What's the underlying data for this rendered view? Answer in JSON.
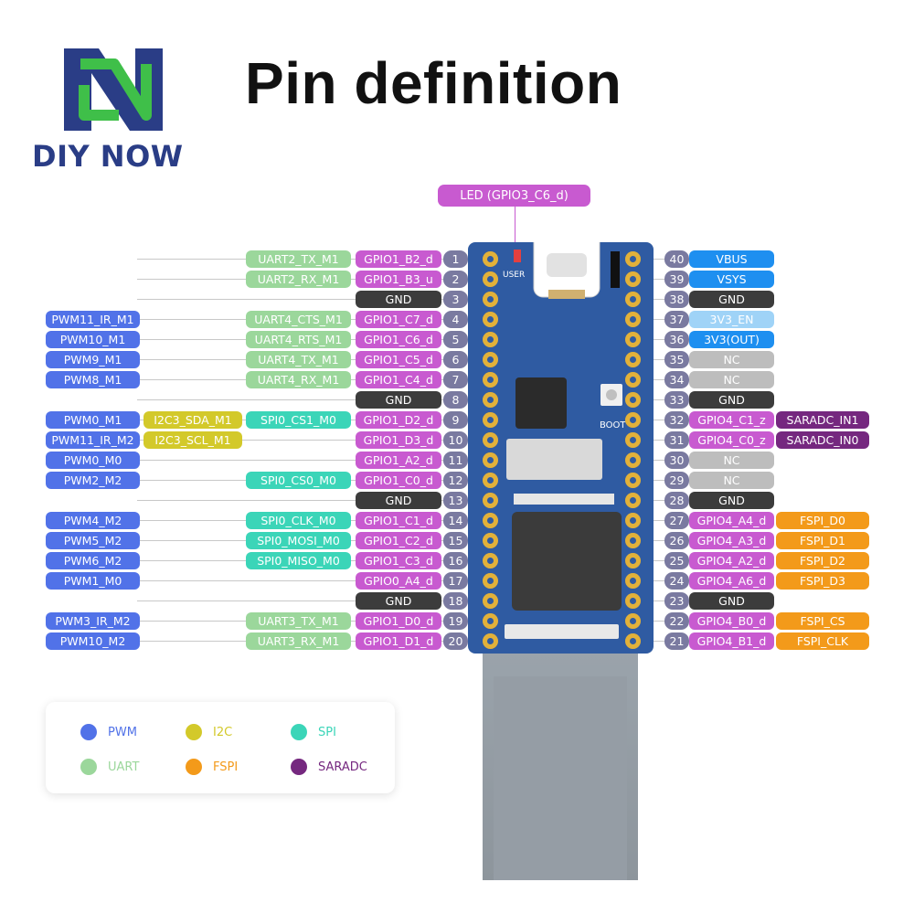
{
  "brand": {
    "name": "DIY NOW"
  },
  "title": "Pin definition",
  "led_label": "LED (GPIO3_C6_d)",
  "board_text": {
    "user": "USER",
    "boot": "BOOT"
  },
  "colors": {
    "PWM": "#5172e8",
    "UART": "#9bd79b",
    "I2C": "#d3c92a",
    "SPI": "#3bd5b8",
    "FSPI": "#f39a1a",
    "SARADC": "#75287f",
    "GPIO": "#c85ad0",
    "GND": "#3c3c3c",
    "power": "#1e8ff0",
    "board": "#2f5ba2"
  },
  "left_pins": [
    {
      "num": "1",
      "gpio": "GPIO1_B2_d",
      "uart": "UART2_TX_M1"
    },
    {
      "num": "2",
      "gpio": "GPIO1_B3_u",
      "uart": "UART2_RX_M1"
    },
    {
      "num": "3",
      "gpio": "GND"
    },
    {
      "num": "4",
      "gpio": "GPIO1_C7_d",
      "uart": "UART4_CTS_M1",
      "pwm": "PWM11_IR_M1"
    },
    {
      "num": "5",
      "gpio": "GPIO1_C6_d",
      "uart": "UART4_RTS_M1",
      "pwm": "PWM10_M1"
    },
    {
      "num": "6",
      "gpio": "GPIO1_C5_d",
      "uart": "UART4_TX_M1",
      "pwm": "PWM9_M1"
    },
    {
      "num": "7",
      "gpio": "GPIO1_C4_d",
      "uart": "UART4_RX_M1",
      "pwm": "PWM8_M1"
    },
    {
      "num": "8",
      "gpio": "GND"
    },
    {
      "num": "9",
      "gpio": "GPIO1_D2_d",
      "spi": "SPI0_CS1_M0",
      "i2c": "I2C3_SDA_M1",
      "pwm": "PWM0_M1"
    },
    {
      "num": "10",
      "gpio": "GPIO1_D3_d",
      "i2c": "I2C3_SCL_M1",
      "pwm": "PWM11_IR_M2"
    },
    {
      "num": "11",
      "gpio": "GPIO1_A2_d",
      "pwm": "PWM0_M0"
    },
    {
      "num": "12",
      "gpio": "GPIO1_C0_d",
      "spi": "SPI0_CS0_M0",
      "pwm": "PWM2_M2"
    },
    {
      "num": "13",
      "gpio": "GND"
    },
    {
      "num": "14",
      "gpio": "GPIO1_C1_d",
      "spi": "SPI0_CLK_M0",
      "pwm": "PWM4_M2"
    },
    {
      "num": "15",
      "gpio": "GPIO1_C2_d",
      "spi": "SPI0_MOSI_M0",
      "pwm": "PWM5_M2"
    },
    {
      "num": "16",
      "gpio": "GPIO1_C3_d",
      "spi": "SPI0_MISO_M0",
      "pwm": "PWM6_M2"
    },
    {
      "num": "17",
      "gpio": "GPIO0_A4_d",
      "pwm": "PWM1_M0"
    },
    {
      "num": "18",
      "gpio": "GND"
    },
    {
      "num": "19",
      "gpio": "GPIO1_D0_d",
      "uart": "UART3_TX_M1",
      "pwm": "PWM3_IR_M2"
    },
    {
      "num": "20",
      "gpio": "GPIO1_D1_d",
      "uart": "UART3_RX_M1",
      "pwm": "PWM10_M2"
    }
  ],
  "right_pins": [
    {
      "num": "40",
      "label": "VBUS",
      "kind": "pwr"
    },
    {
      "num": "39",
      "label": "VSYS",
      "kind": "pwr"
    },
    {
      "num": "38",
      "label": "GND",
      "kind": "gnd"
    },
    {
      "num": "37",
      "label": "3V3_EN",
      "kind": "en"
    },
    {
      "num": "36",
      "label": "3V3(OUT)",
      "kind": "pwr"
    },
    {
      "num": "35",
      "label": "NC",
      "kind": "nc"
    },
    {
      "num": "34",
      "label": "NC",
      "kind": "nc"
    },
    {
      "num": "33",
      "label": "GND",
      "kind": "gnd"
    },
    {
      "num": "32",
      "label": "GPIO4_C1_z",
      "kind": "gpio",
      "extra": "SARADC_IN1",
      "extra_kind": "sar"
    },
    {
      "num": "31",
      "label": "GPIO4_C0_z",
      "kind": "gpio",
      "extra": "SARADC_IN0",
      "extra_kind": "sar"
    },
    {
      "num": "30",
      "label": "NC",
      "kind": "nc"
    },
    {
      "num": "29",
      "label": "NC",
      "kind": "nc"
    },
    {
      "num": "28",
      "label": "GND",
      "kind": "gnd"
    },
    {
      "num": "27",
      "label": "GPIO4_A4_d",
      "kind": "gpio",
      "extra": "FSPI_D0",
      "extra_kind": "fspi"
    },
    {
      "num": "26",
      "label": "GPIO4_A3_d",
      "kind": "gpio",
      "extra": "FSPI_D1",
      "extra_kind": "fspi"
    },
    {
      "num": "25",
      "label": "GPIO4_A2_d",
      "kind": "gpio",
      "extra": "FSPI_D2",
      "extra_kind": "fspi"
    },
    {
      "num": "24",
      "label": "GPIO4_A6_d",
      "kind": "gpio",
      "extra": "FSPI_D3",
      "extra_kind": "fspi"
    },
    {
      "num": "23",
      "label": "GND",
      "kind": "gnd"
    },
    {
      "num": "22",
      "label": "GPIO4_B0_d",
      "kind": "gpio",
      "extra": "FSPI_CS",
      "extra_kind": "fspi"
    },
    {
      "num": "21",
      "label": "GPIO4_B1_d",
      "kind": "gpio",
      "extra": "FSPI_CLK",
      "extra_kind": "fspi"
    }
  ],
  "legend": [
    {
      "label": "PWM",
      "color": "#5172e8"
    },
    {
      "label": "I2C",
      "color": "#d3c92a"
    },
    {
      "label": "SPI",
      "color": "#3bd5b8"
    },
    {
      "label": "UART",
      "color": "#9bd79b"
    },
    {
      "label": "FSPI",
      "color": "#f39a1a"
    },
    {
      "label": "SARADC",
      "color": "#75287f"
    }
  ]
}
